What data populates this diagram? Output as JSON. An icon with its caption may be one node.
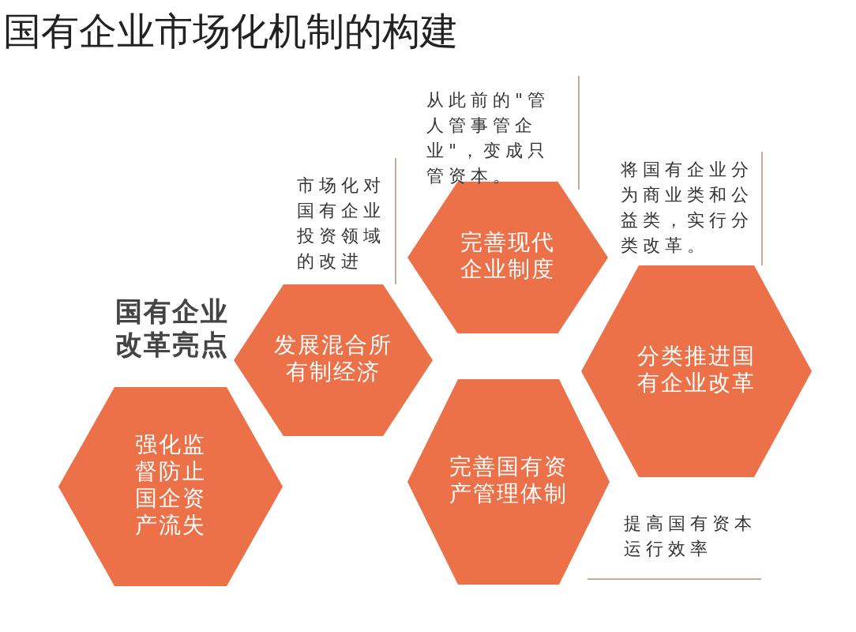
{
  "diagram": {
    "title": "国有企业市场化机制的构建",
    "nodes": [
      {
        "text": [
          "完善现代企业制度"
        ],
        "beside": [
          "从此前的\"管人管事管企业\"，变成只管资本。"
        ]
      },
      {
        "text": [
          "发展混合所有制经济"
        ],
        "beside": [
          "市场化对国有企业投资领域的改进"
        ]
      },
      {
        "text": [
          "分类推进国有企业改革"
        ],
        "beside": [
          "将国有企业分为商业类和公益类，实行分类改革。"
        ]
      },
      {
        "text": [
          "完善国有资产管理体制"
        ],
        "beside": [
          "提高国有资本运行效率"
        ]
      },
      {
        "text": [
          "强化监督防止国企资产流失"
        ]
      }
    ],
    "labels": [
      "国有企业改革亮点"
    ]
  }
}
